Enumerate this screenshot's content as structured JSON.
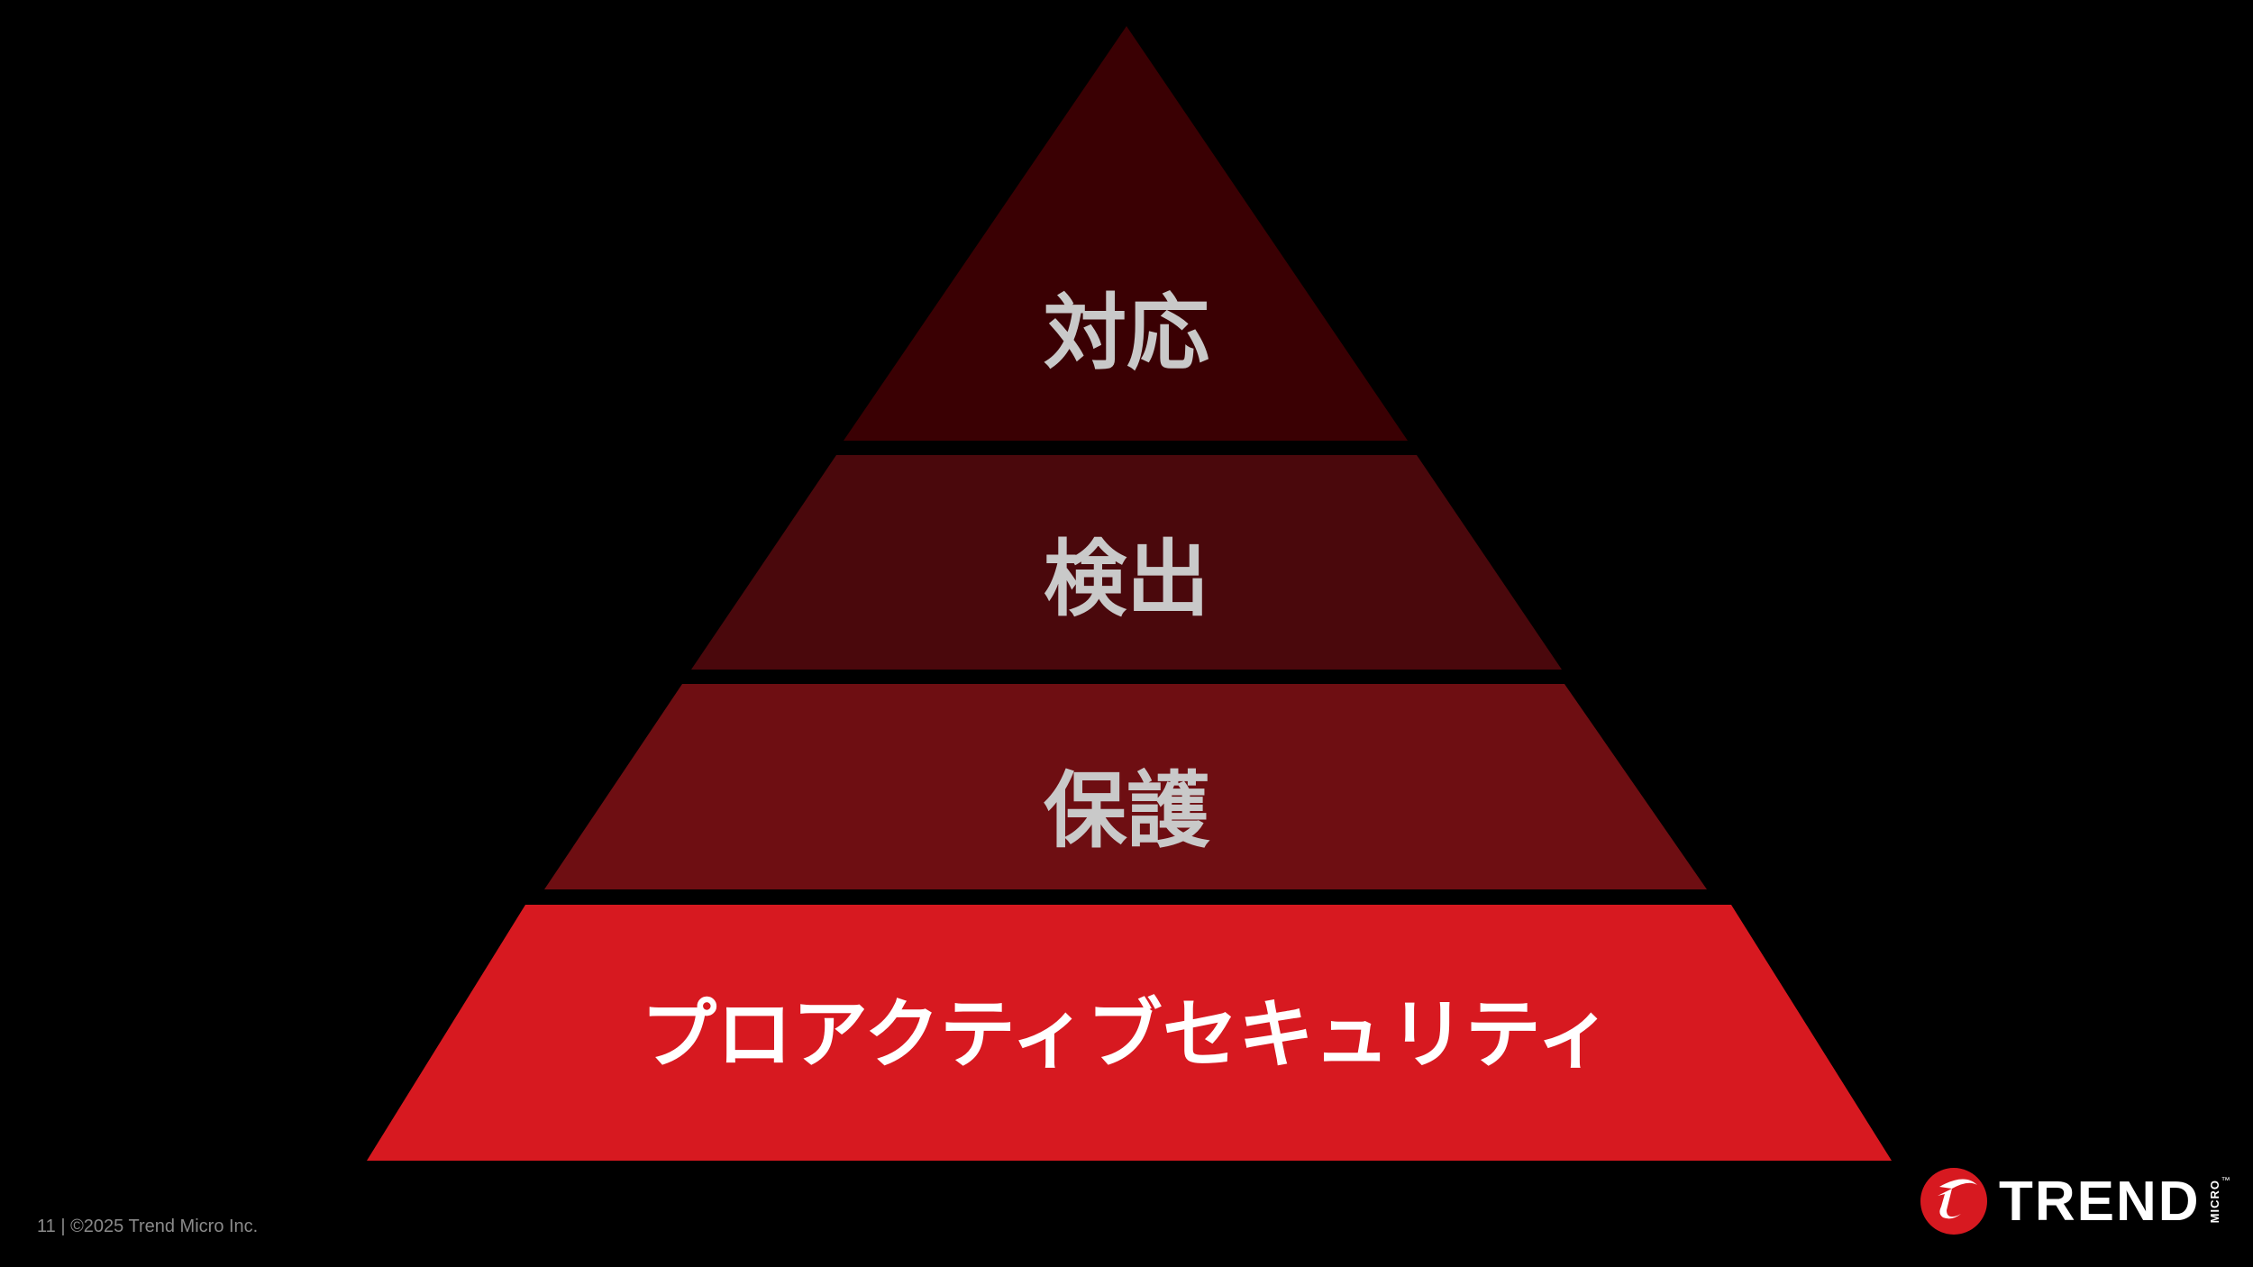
{
  "pyramid": {
    "tiers": [
      {
        "label": "対応",
        "color": "#3a0003",
        "text_color": "#c9c9c9"
      },
      {
        "label": "検出",
        "color": "#4a080c",
        "text_color": "#c9c9c9"
      },
      {
        "label": "保護",
        "color": "#6e0e12",
        "text_color": "#c9c9c9"
      },
      {
        "label": "プロアクティブセキュリティ",
        "color": "#d71920",
        "text_color": "#ffffff"
      }
    ]
  },
  "footer": {
    "text": "11 | ©2025 Trend Micro Inc."
  },
  "logo": {
    "name": "TREND",
    "sub": "MICRO",
    "tm": "™",
    "color": "#d71920"
  }
}
